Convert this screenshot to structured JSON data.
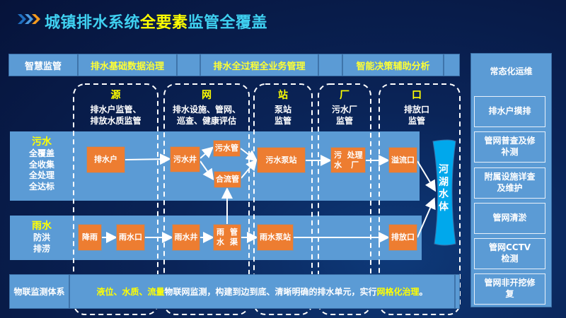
{
  "title": {
    "part1": "城镇排水系统",
    "highlight": "全要素",
    "part2": "监管全覆盖"
  },
  "top_bar": {
    "label": "智慧监管",
    "items": [
      "排水基础数据治理",
      "排水全过程全业务管理",
      "智能决策辅助分析"
    ]
  },
  "columns": [
    {
      "key": "源",
      "desc": [
        "排水户监管、",
        "排放水质监管"
      ]
    },
    {
      "key": "网",
      "desc": [
        "排水设施、管网、",
        "巡查、健康评估"
      ]
    },
    {
      "key": "站",
      "desc": [
        "泵站",
        "监管"
      ]
    },
    {
      "key": "厂",
      "desc": [
        "污水厂",
        "监管"
      ]
    },
    {
      "key": "口",
      "desc": [
        "排放口",
        "监管"
      ]
    }
  ],
  "sewage": {
    "key": "污水",
    "lines": [
      "全覆盖",
      "全收集",
      "全处理",
      "全达标"
    ]
  },
  "rain": {
    "key": "雨水",
    "lines": [
      "防洪",
      "排涝"
    ]
  },
  "nodes": {
    "drain_household": "排水户",
    "sewage_well": "污水井",
    "sewage_pipe": "污水管",
    "combined_pipe": "合流管",
    "sewage_pump": [
      "污水",
      "泵站"
    ],
    "sewage_plant": [
      "污水",
      "处理厂"
    ],
    "overflow": "溢流口",
    "rainfall": "降雨",
    "rain_inlet": "雨水口",
    "rain_well": "雨水井",
    "rain_channel": [
      "雨水",
      "管渠"
    ],
    "rain_pump": [
      "雨水",
      "泵站"
    ],
    "outfall": "排放口",
    "water_body": [
      "河",
      "湖",
      "水",
      "体"
    ]
  },
  "bottom_bar": {
    "label": "物联监测体系",
    "hl1": "液位、水质、流量",
    "text": "物联网监测，构建到边到底、清晰明确的排水单元，实行",
    "hl2": "网格化治理",
    "end": "。"
  },
  "right_panel": {
    "title": "常态化运维",
    "items": [
      [
        "排水户摸排"
      ],
      [
        "管网普查及修",
        "补测"
      ],
      [
        "附属设施详查",
        "及维护"
      ],
      [
        "管网清淤"
      ],
      [
        "管网CCTV",
        "检测"
      ],
      [
        "管网非开挖修",
        "复"
      ]
    ]
  },
  "colors": {
    "band": "#5b9bd5",
    "node": "#ed7d31",
    "highlight": "#ffff00",
    "title": "#3fd0f0"
  }
}
